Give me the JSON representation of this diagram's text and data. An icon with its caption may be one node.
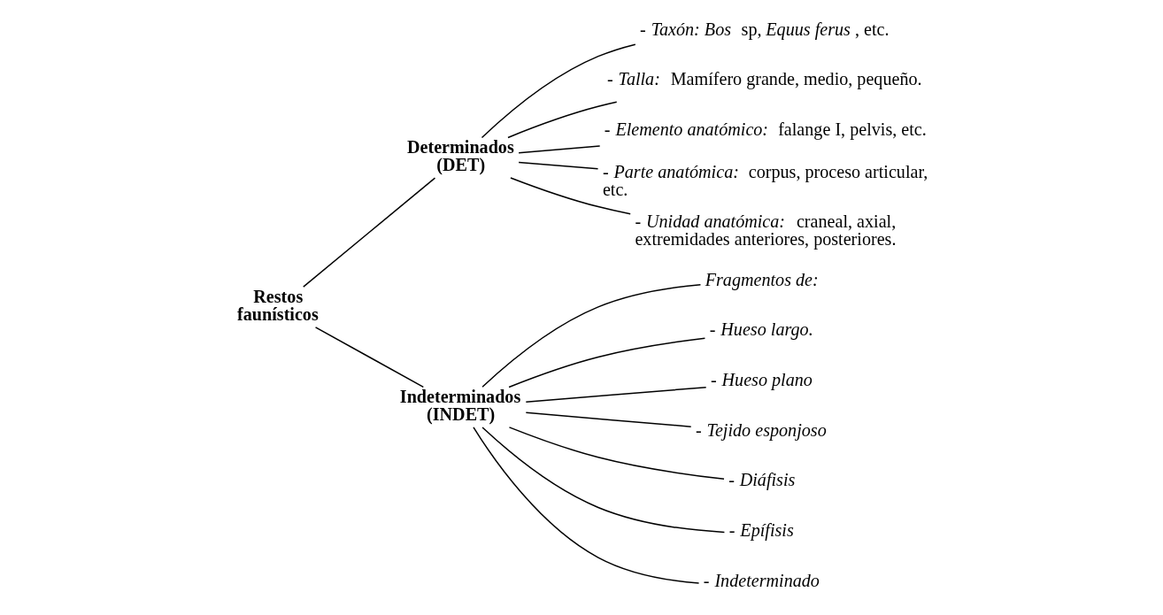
{
  "diagram": {
    "nodes": [
      {
        "text": [
          "Restos faunísticos"
        ]
      },
      {
        "text": [
          "Determinados (DET)"
        ]
      },
      {
        "text": [
          "Indeterminados (INDET)"
        ]
      },
      {
        "text": [
          "- *Taxón: Bos* sp, *Equus ferus*, etc."
        ]
      },
      {
        "text": [
          "- *Talla:* Mamífero grande, medio, pequeño."
        ]
      },
      {
        "text": [
          "- *Elemento anatómico:* falange I, pelvis, etc."
        ]
      },
      {
        "text": [
          "- *Parte anatómica:* corpus, proceso articular, etc."
        ]
      },
      {
        "text": [
          "- *Unidad anatómica:* craneal, axial, extremidades anteriores, posteriores."
        ]
      },
      {
        "text": [
          "*Fragmentos de:*"
        ]
      },
      {
        "text": [
          "- *Hueso largo.*"
        ]
      },
      {
        "text": [
          "- *Hueso plano*"
        ]
      },
      {
        "text": [
          "- *Tejido esponjoso*"
        ]
      },
      {
        "text": [
          "- *Diáfisis*"
        ]
      },
      {
        "text": [
          "- *Epífisis*"
        ]
      },
      {
        "text": [
          "- *Indeterminado*"
        ]
      }
    ],
    "edges": [
      {
        "from": 0,
        "to": 1,
        "arrow": "none"
      },
      {
        "from": 0,
        "to": 2,
        "arrow": "none"
      },
      {
        "from": 1,
        "to": 3,
        "arrow": "none"
      },
      {
        "from": 1,
        "to": 4,
        "arrow": "none"
      },
      {
        "from": 1,
        "to": 5,
        "arrow": "none"
      },
      {
        "from": 1,
        "to": 6,
        "arrow": "none"
      },
      {
        "from": 1,
        "to": 7,
        "arrow": "none"
      },
      {
        "from": 2,
        "to": 8,
        "arrow": "none"
      },
      {
        "from": 2,
        "to": 9,
        "arrow": "none"
      },
      {
        "from": 2,
        "to": 10,
        "arrow": "none"
      },
      {
        "from": 2,
        "to": 11,
        "arrow": "none"
      },
      {
        "from": 2,
        "to": 12,
        "arrow": "none"
      },
      {
        "from": 2,
        "to": 13,
        "arrow": "none"
      },
      {
        "from": 2,
        "to": 14,
        "arrow": "none"
      }
    ]
  }
}
